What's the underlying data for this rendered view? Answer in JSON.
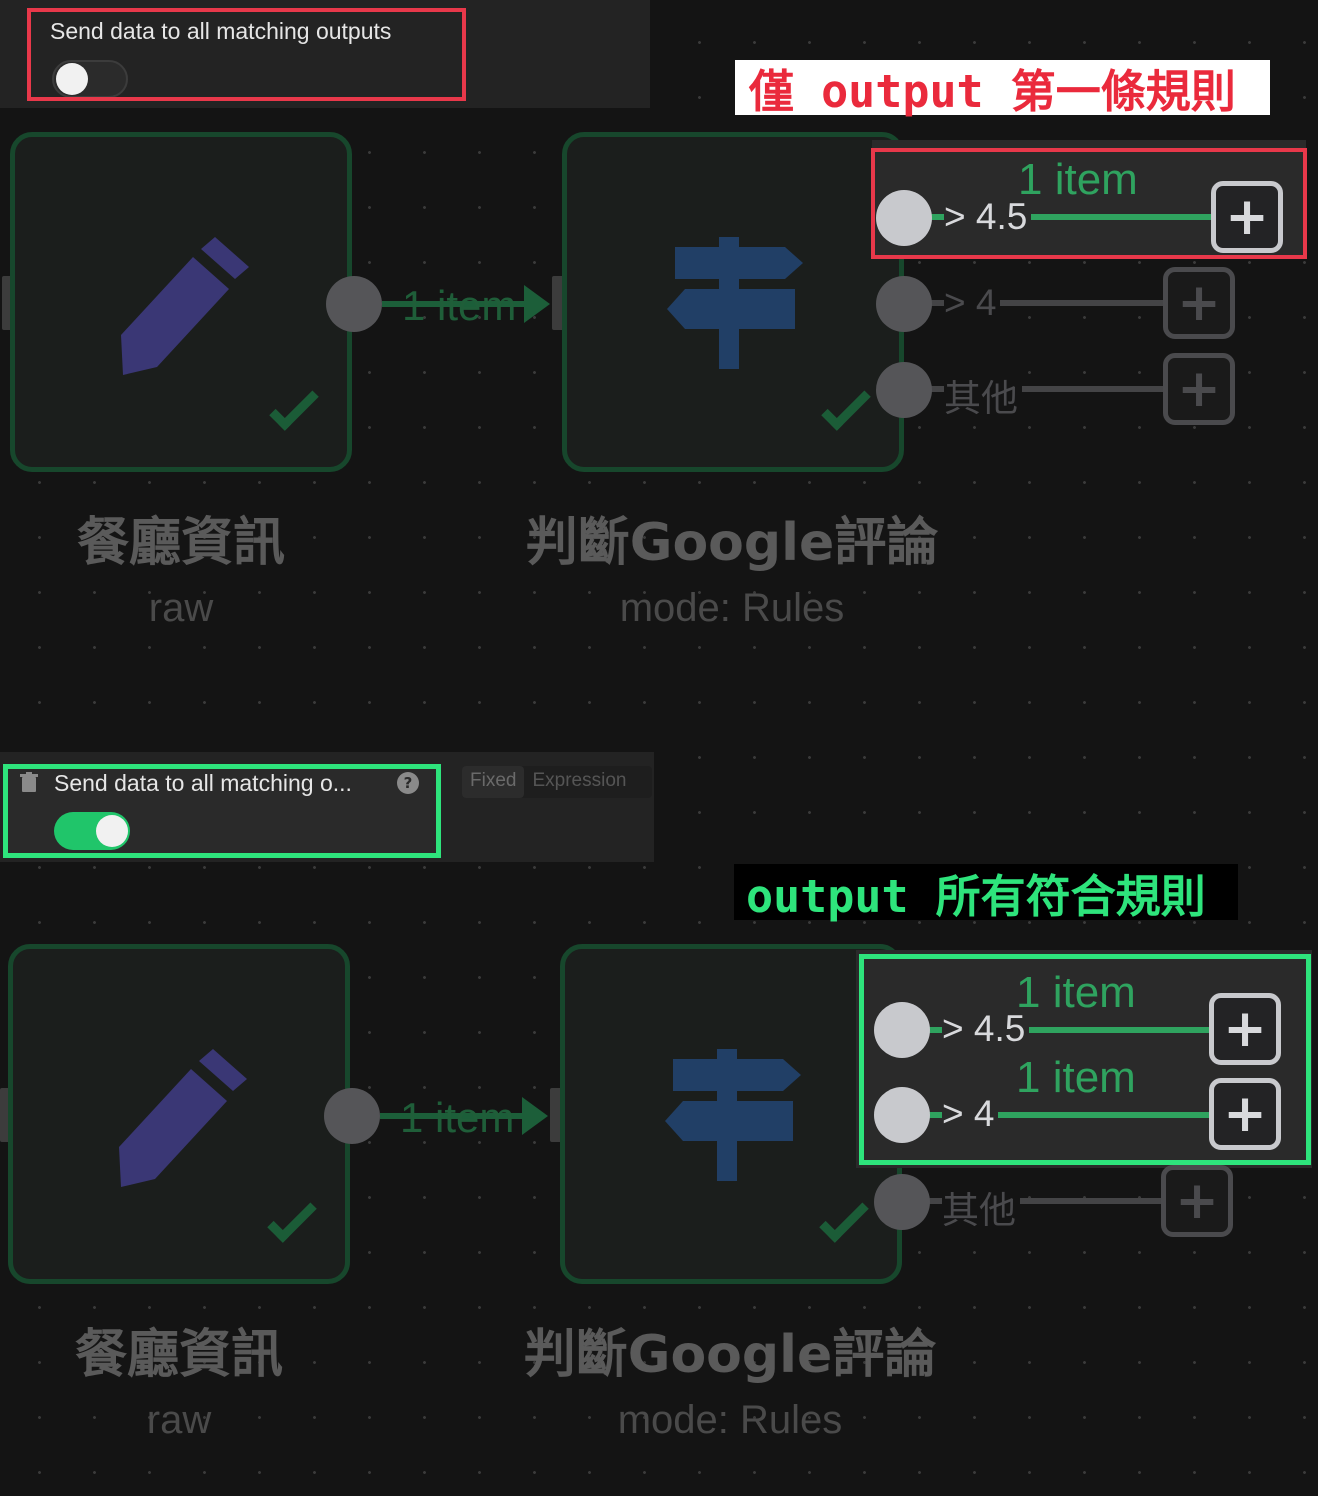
{
  "top": {
    "setting_label": "Send data to all matching outputs",
    "toggle_on": false,
    "annotation": "僅  output  第一條規則",
    "node1": {
      "title": "餐廳資訊",
      "subtitle": "raw"
    },
    "node2": {
      "title": "判斷Google評論",
      "subtitle": "mode: Rules"
    },
    "edge_label": "1 item",
    "branches": [
      {
        "label": "> 4.5",
        "item_label": "1 item",
        "active": true
      },
      {
        "label": "> 4",
        "item_label": "",
        "active": false
      },
      {
        "label": "其他",
        "item_label": "",
        "active": false
      }
    ]
  },
  "bottom": {
    "setting_label": "Send data to all matching o...",
    "toggle_on": true,
    "mode_tabs": [
      "Fixed",
      "Expression"
    ],
    "annotation": "output  所有符合規則",
    "node1": {
      "title": "餐廳資訊",
      "subtitle": "raw"
    },
    "node2": {
      "title": "判斷Google評論",
      "subtitle": "mode: Rules"
    },
    "edge_label": "1 item",
    "branches": [
      {
        "label": "> 4.5",
        "item_label": "1 item",
        "active": true
      },
      {
        "label": "> 4",
        "item_label": "1 item",
        "active": true
      },
      {
        "label": "其他",
        "item_label": "",
        "active": false
      }
    ]
  },
  "colors": {
    "node_border": "#17472c",
    "connection_green": "#2fa35f",
    "red_highlight": "#e8384a",
    "green_highlight": "#2ee47c",
    "toggle_on": "#20c56a",
    "pencil_icon": "#3a3775",
    "signpost_icon": "#213f66"
  },
  "icons": [
    "pencil-icon",
    "signpost-icon",
    "check-icon",
    "plus-icon",
    "trash-icon",
    "help-icon"
  ]
}
